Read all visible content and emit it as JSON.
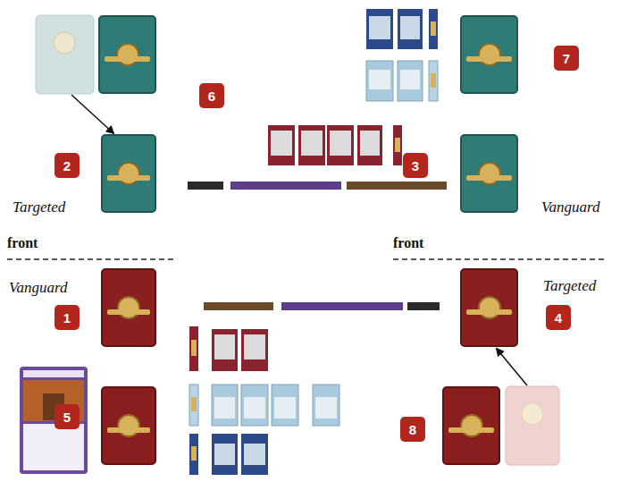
{
  "diagram": {
    "nodes": [
      {
        "text": [
          "6"
        ]
      },
      {
        "text": [
          "7"
        ]
      },
      {
        "text": [
          "2"
        ]
      },
      {
        "text": [
          "3"
        ]
      },
      {
        "text": [
          "1"
        ]
      },
      {
        "text": [
          "4"
        ]
      },
      {
        "text": [
          "5"
        ]
      },
      {
        "text": [
          "8"
        ]
      }
    ],
    "labels": [
      "Targeted",
      "Vanguard",
      "front",
      "front",
      "Vanguard",
      "Targeted"
    ]
  }
}
